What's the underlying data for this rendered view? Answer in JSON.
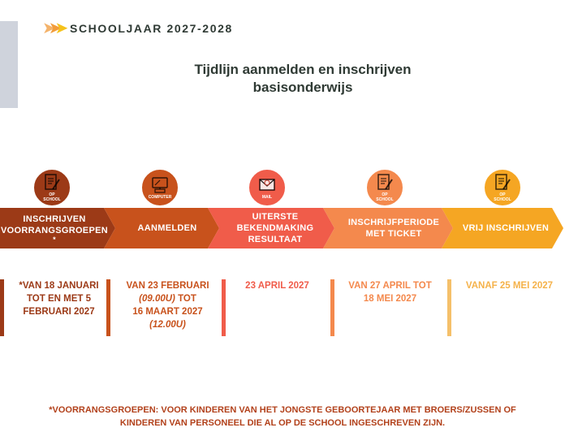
{
  "header": {
    "title": "SCHOOLJAAR 2027-2028",
    "chevron_colors": [
      "#f4b36b",
      "#f29c3a",
      "#f5c21b"
    ]
  },
  "page_title": [
    "Tijdlijn aanmelden en inschrijven",
    "basisonderwijs"
  ],
  "steps": [
    {
      "icon": "document-pen-icon",
      "icon_caption": [
        "OP",
        "SCHOOL"
      ],
      "label": [
        "INSCHRIJVEN",
        "VOORRANGSGROEPEN",
        "*"
      ],
      "color": "#9c3a17",
      "dates": [
        "*VAN 18 JANUARI",
        "TOT EN MET 5",
        "FEBRUARI 2027"
      ]
    },
    {
      "icon": "computer-icon",
      "icon_caption": [
        "COMPUTER"
      ],
      "label": [
        "AANMELDEN"
      ],
      "color": "#c8521c",
      "dates_lines": [
        {
          "text": "VAN 23 FEBRUARI",
          "italic": false
        },
        {
          "text": "(09.00U)",
          "italic": true,
          "suffix": " TOT"
        },
        {
          "text": "16 MAART 2027",
          "italic": false
        },
        {
          "text": "(12.00U)",
          "italic": true
        }
      ]
    },
    {
      "icon": "mail-icon",
      "icon_caption": [
        "MAIL"
      ],
      "label": [
        "UITERSTE",
        "BEKENDMAKING",
        "RESULTAAT"
      ],
      "color": "#f05c4a",
      "dates": [
        "23 APRIL 2027"
      ]
    },
    {
      "icon": "document-pen-icon",
      "icon_caption": [
        "OP",
        "SCHOOL"
      ],
      "label": [
        "INSCHRIJFPERIODE",
        "MET TICKET"
      ],
      "color": "#f4894d",
      "dates": [
        "VAN 27 APRIL TOT",
        "18 MEI 2027"
      ]
    },
    {
      "icon": "document-pen-icon",
      "icon_caption": [
        "OP",
        "SCHOOL"
      ],
      "label": [
        "VRIJ INSCHRIJVEN"
      ],
      "color": "#f5a623",
      "dates": [
        "VANAF 25 MEI 2027"
      ]
    }
  ],
  "footnote": [
    "*VOORRANGSGROEPEN: VOOR KINDEREN VAN HET JONGSTE GEBOORTEJAAR MET BROERS/ZUSSEN OF",
    "KINDEREN VAN PERSONEEL DIE AL OP DE SCHOOL INGESCHREVEN ZIJN."
  ]
}
